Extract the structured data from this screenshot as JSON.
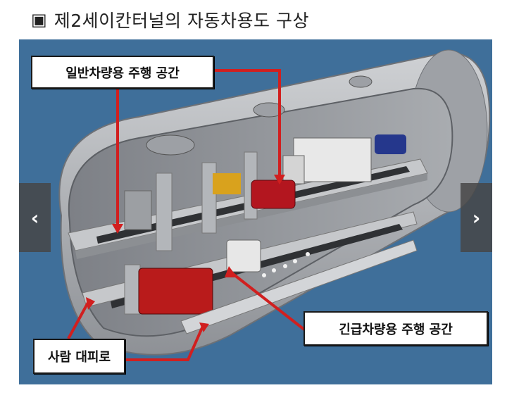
{
  "title": {
    "bullet": "▣",
    "text": "제2세이칸터널의 자동차용도 구상"
  },
  "callouts": {
    "general_lane": "일반차량용 주행 공간",
    "emergency_lane": "긴급차량용 주행 공간",
    "evacuation": "사람 대피로"
  },
  "nav": {
    "prev": "‹",
    "next": "›"
  },
  "colors": {
    "sky": "#3f6f9a",
    "concrete": "#b9bcc0",
    "arrow": "#d11f1f",
    "nav": "#464646"
  }
}
